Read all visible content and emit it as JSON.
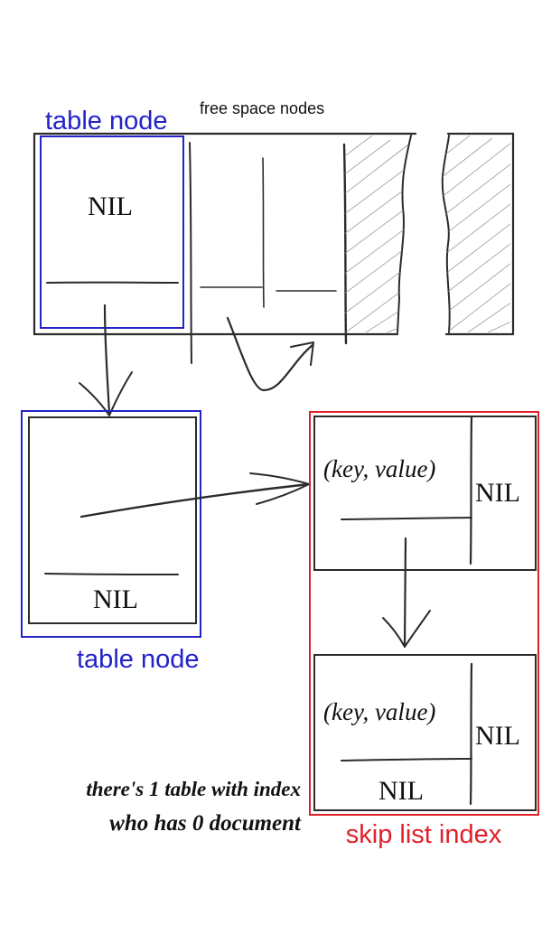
{
  "labels": {
    "free_space_nodes": "free space nodes",
    "table_node_top": "table node",
    "table_node_bottom": "table node",
    "skip_list_index": "skip list index"
  },
  "cells": {
    "top_table_nil": "NIL",
    "lower_table_nil": "NIL",
    "skip1_key_value": "(key, value)",
    "skip1_nil": "NIL",
    "skip2_key_value": "(key, value)",
    "skip2_nil_right": "NIL",
    "skip2_nil_bottom": "NIL"
  },
  "caption": {
    "line1": "there's 1 table with index",
    "line2": "who has 0 document"
  },
  "colors": {
    "table_node": "#2323c8",
    "skip_list": "#e0202a",
    "ink": "#2b2b2b"
  }
}
